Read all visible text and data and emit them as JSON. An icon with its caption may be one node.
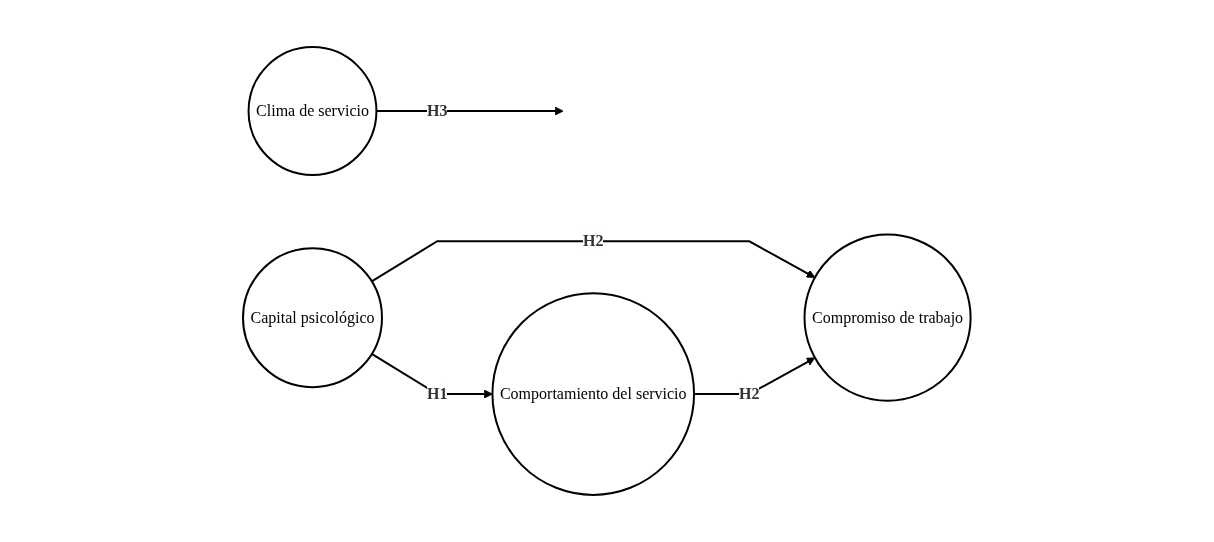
{
  "diagram": {
    "nodes": [
      {
        "text": [
          "Compromiso de trabajo"
        ]
      },
      {
        "text": [
          "Clima de servicio"
        ]
      },
      {
        "text": [
          "Capital psicológico"
        ]
      },
      {
        "text": [
          "Comportamiento del servicio"
        ]
      }
    ],
    "edges": [
      {
        "from": 2,
        "to": 0,
        "arrow": "to",
        "label": "H2"
      },
      {
        "from": 3,
        "to": 0,
        "arrow": "to",
        "label": "H2"
      },
      {
        "from": 1,
        "to": null,
        "arrow": "to",
        "label": "H3"
      },
      {
        "from": 2,
        "to": 3,
        "arrow": "to",
        "label": "H1"
      }
    ]
  }
}
